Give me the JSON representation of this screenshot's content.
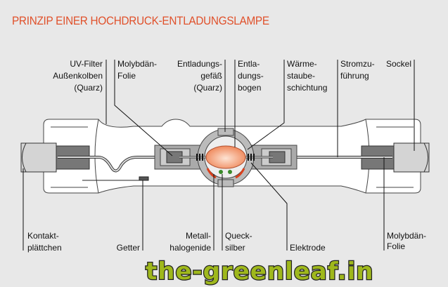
{
  "title": "PRINZIP EINER HOCHDRUCK-ENTLADUNGSLAMPE",
  "labels_top": [
    {
      "lines": [
        "UV-Filter",
        "Außenkolben",
        "(Quarz)"
      ]
    },
    {
      "lines": [
        "Molybdän-",
        "Folie"
      ]
    },
    {
      "lines": [
        "Entladungs-",
        "gefäß",
        "(Quarz)"
      ]
    },
    {
      "lines": [
        "Entla-",
        "dungs-",
        "bogen"
      ]
    },
    {
      "lines": [
        "Wärme-",
        "staube-",
        "schichtung"
      ]
    },
    {
      "lines": [
        "Stromzu-",
        "führung"
      ]
    },
    {
      "lines": [
        "Sockel"
      ]
    }
  ],
  "labels_bottom": [
    {
      "lines": [
        "Kontakt-",
        "plättchen"
      ]
    },
    {
      "lines": [
        "Getter"
      ]
    },
    {
      "lines": [
        "Metall-",
        "halogenide"
      ]
    },
    {
      "lines": [
        "Queck-",
        "silber"
      ]
    },
    {
      "lines": [
        "Elektrode"
      ]
    },
    {
      "lines": [
        "Molybdän-",
        "Folie"
      ]
    }
  ],
  "watermark": "the-greenleaf.in",
  "colors": {
    "title": "#e0502a",
    "arc": "#f08a5c",
    "halide": "#d9401c",
    "mercury": "#3a8a2a"
  }
}
